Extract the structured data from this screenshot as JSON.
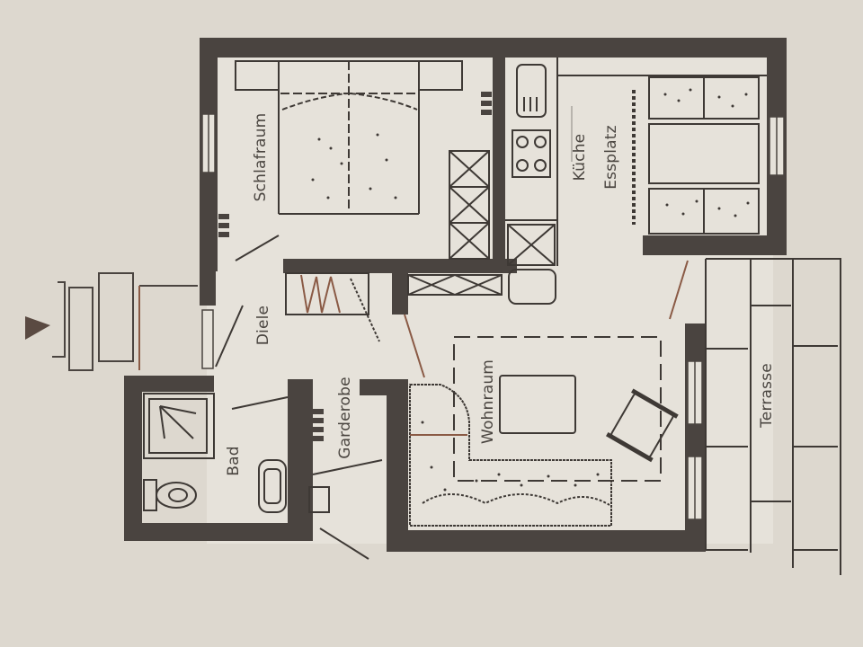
{
  "floorplan": {
    "orientation": "rotated 90° counter-clockwise",
    "colors": {
      "background": "#ddd8cf",
      "paper": "#e4e0d8",
      "wall": "#4a4440",
      "line": "#3e3935",
      "accent_line": "#8a5a45"
    },
    "entrance_marker": "triangle-arrow",
    "rooms": [
      {
        "id": "schlafraum",
        "label": "Schlafraum",
        "en": "Bedroom"
      },
      {
        "id": "kueche",
        "label": "Küche",
        "en": "Kitchen"
      },
      {
        "id": "essplatz",
        "label": "Essplatz",
        "en": "Dining area"
      },
      {
        "id": "diele",
        "label": "Diele",
        "en": "Hallway"
      },
      {
        "id": "bad",
        "label": "Bad",
        "en": "Bathroom"
      },
      {
        "id": "garderobe",
        "label": "Garderobe",
        "en": "Cloakroom"
      },
      {
        "id": "wohnraum",
        "label": "Wohnraum",
        "en": "Living room"
      },
      {
        "id": "terrasse",
        "label": "Terrasse",
        "en": "Terrace"
      }
    ],
    "furniture": [
      "double-bed",
      "nightstand-left",
      "nightstand-right",
      "wardrobe",
      "sink-with-drainboard",
      "stove-4-burner",
      "kitchen-cabinet",
      "fridge",
      "dining-table",
      "dining-bench-top",
      "dining-bench-bottom",
      "shower",
      "toilet",
      "washbasin",
      "small-washbasin",
      "coat-hooks",
      "shoe-rack",
      "corner-sofa",
      "coffee-table",
      "armchair",
      "rug"
    ]
  }
}
